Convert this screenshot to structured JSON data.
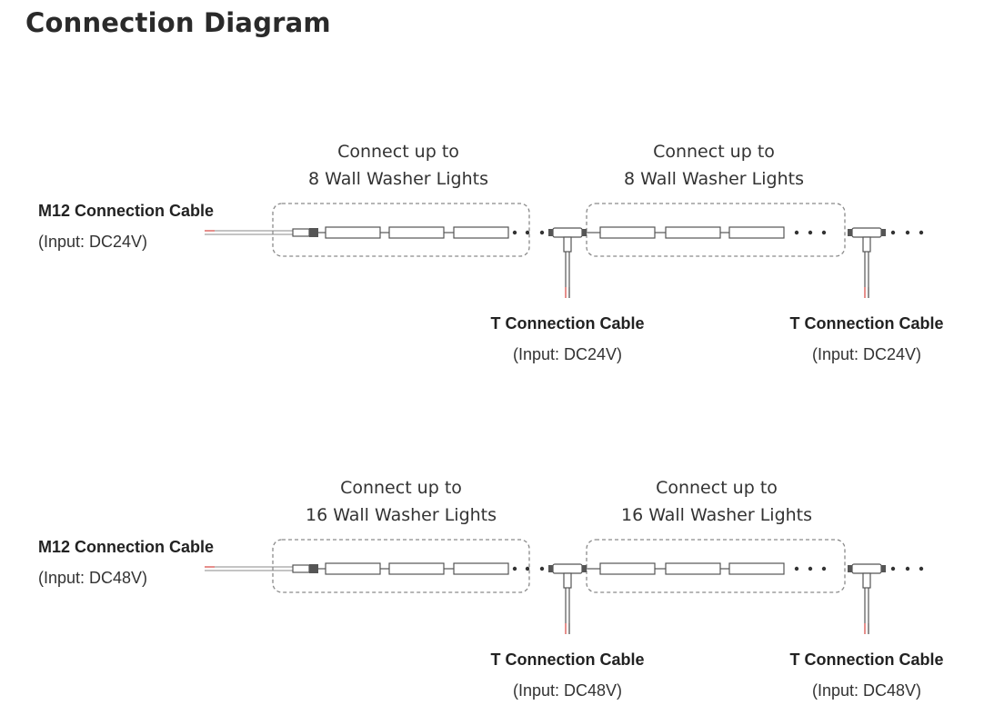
{
  "title": "Connection Diagram",
  "rows": [
    {
      "group_captions": [
        {
          "line1": "Connect up to",
          "line2": "8 Wall Washer Lights"
        },
        {
          "line1": "Connect up to",
          "line2": "8 Wall Washer Lights"
        }
      ],
      "m12": {
        "label": "M12 Connection Cable",
        "input": "(Input: DC24V)"
      },
      "t_cables": [
        {
          "label": "T Connection Cable",
          "input": "(Input: DC24V)"
        },
        {
          "label": "T Connection Cable",
          "input": "(Input: DC24V)"
        }
      ]
    },
    {
      "group_captions": [
        {
          "line1": "Connect up to",
          "line2": "16 Wall Washer Lights"
        },
        {
          "line1": "Connect up to",
          "line2": "16 Wall Washer Lights"
        }
      ],
      "m12": {
        "label": "M12 Connection Cable",
        "input": "(Input: DC48V)"
      },
      "t_cables": [
        {
          "label": "T Connection Cable",
          "input": "(Input: DC48V)"
        },
        {
          "label": "T Connection Cable",
          "input": "(Input: DC48V)"
        }
      ]
    }
  ],
  "colors": {
    "line": "#555555",
    "dash": "#8a8a8a",
    "wire_red": "#d9534f",
    "text": "#222222"
  }
}
